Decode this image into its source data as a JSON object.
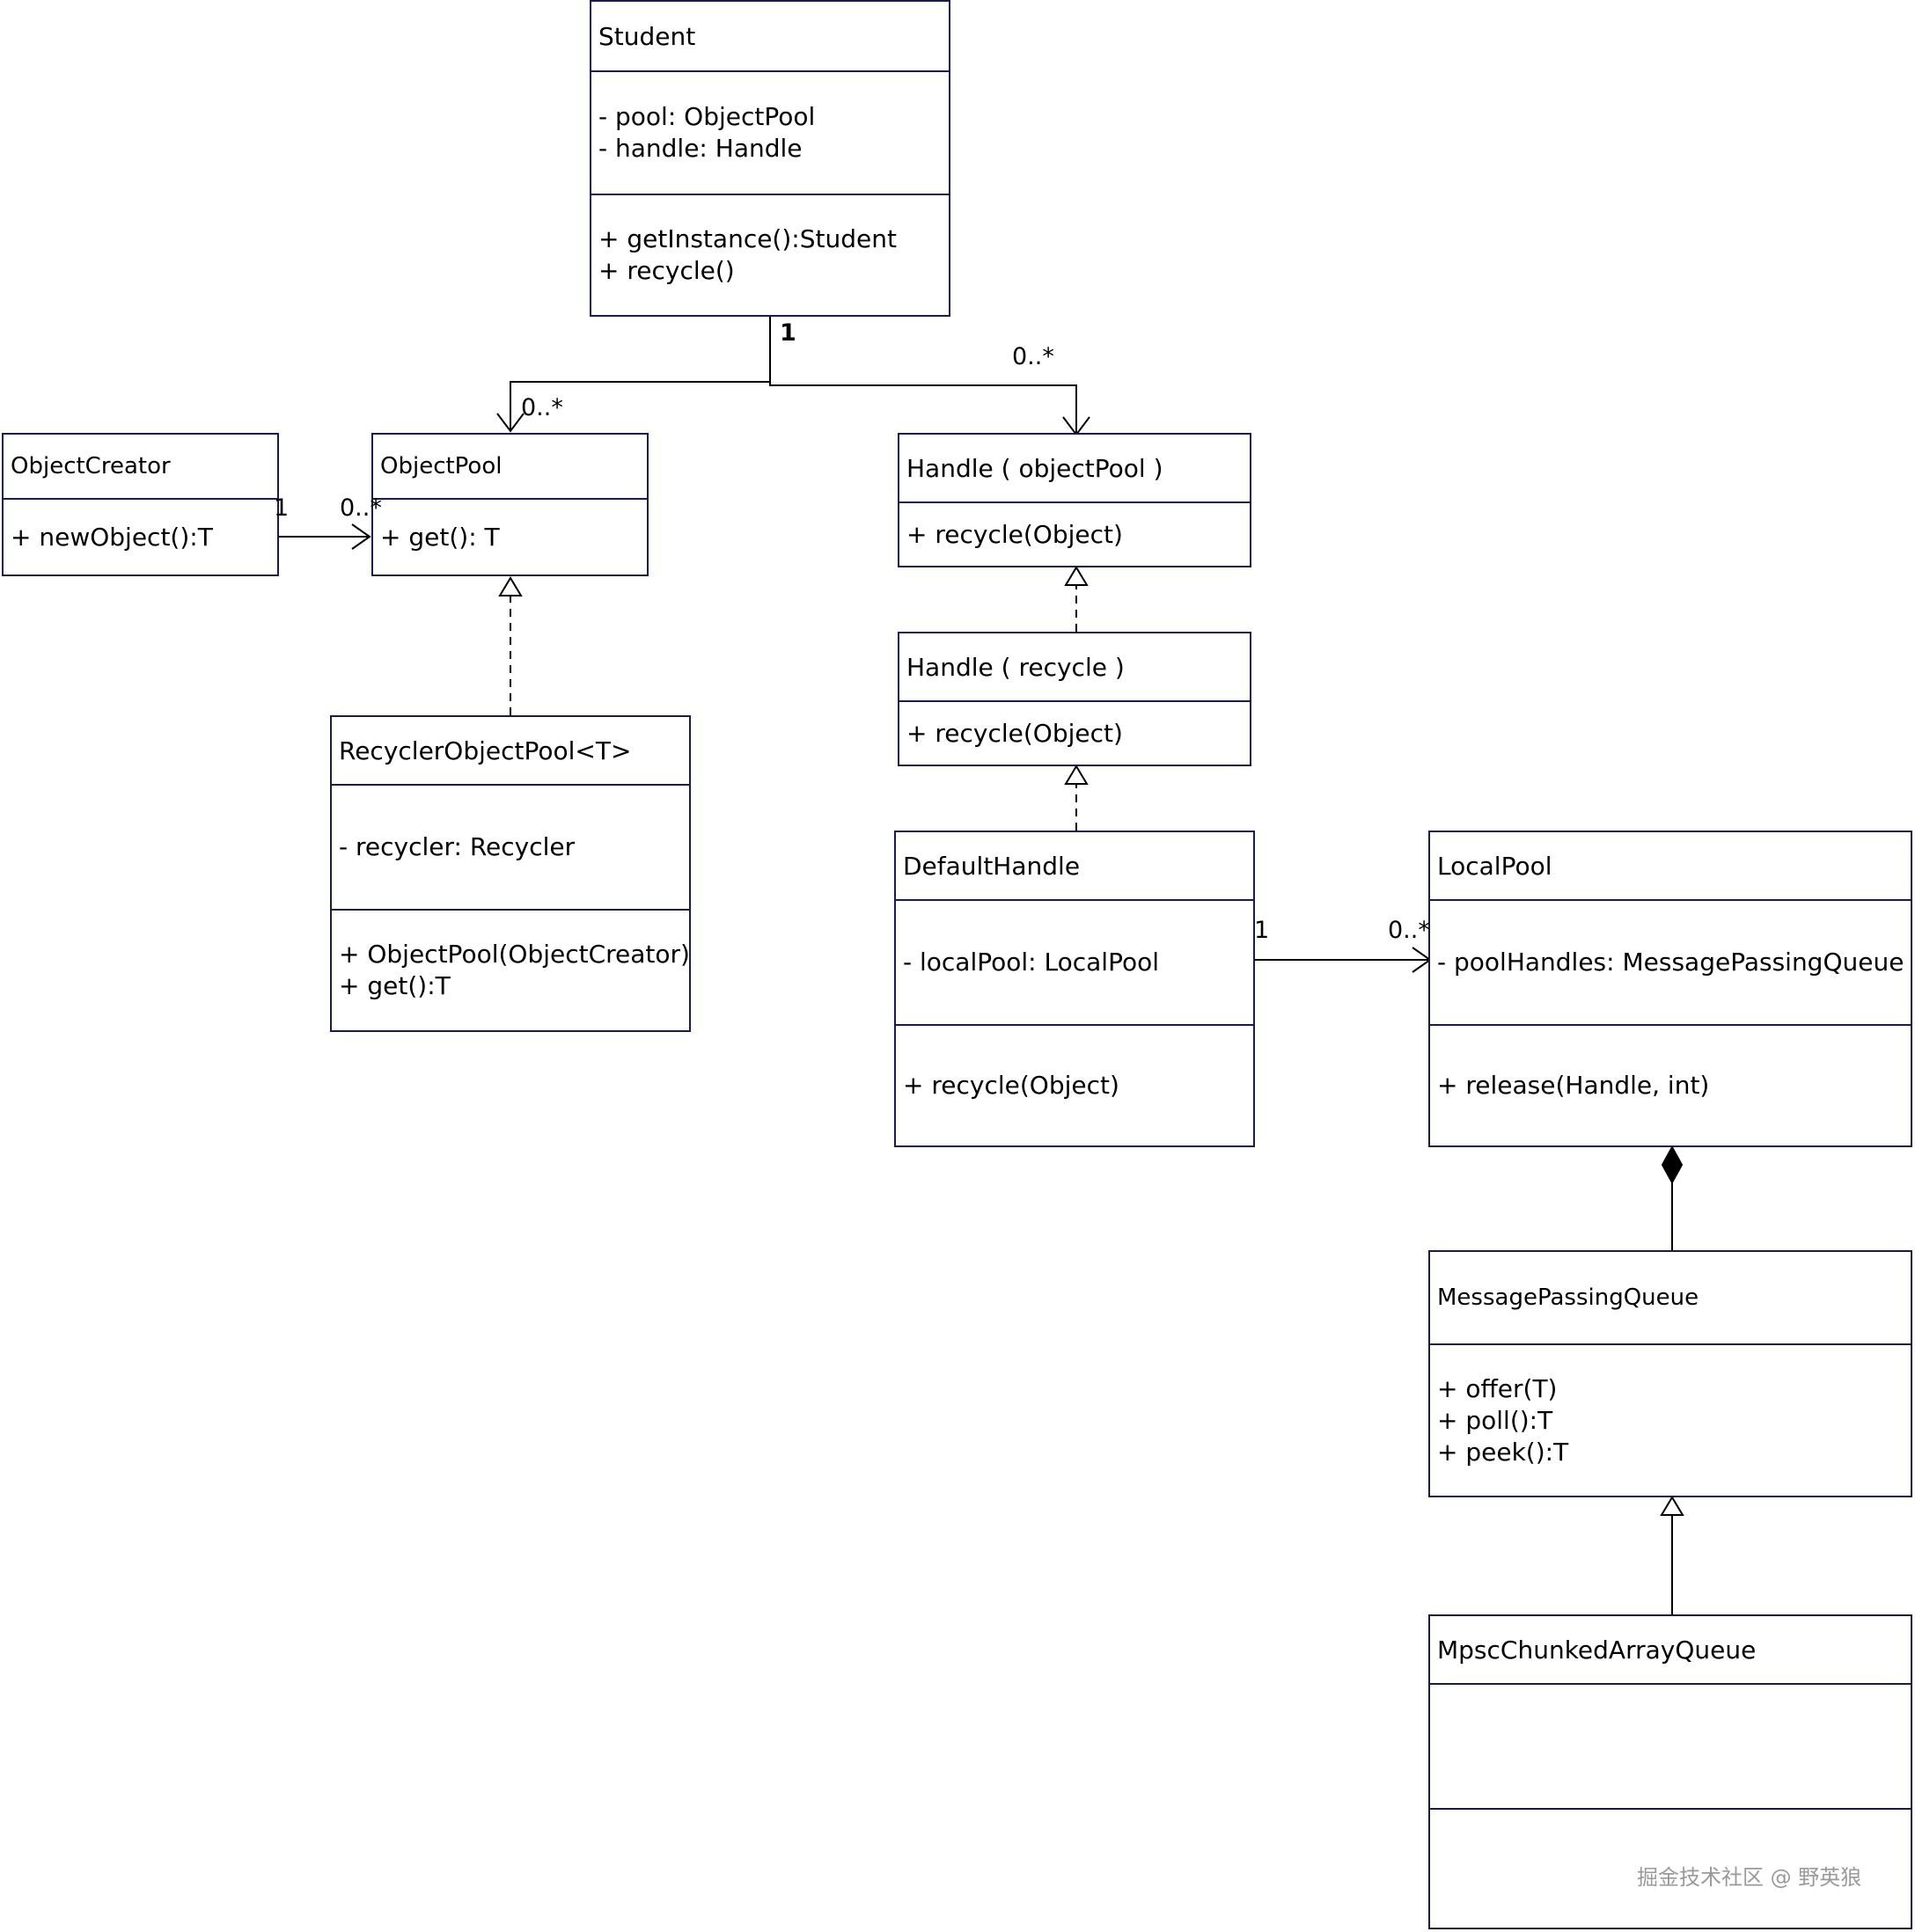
{
  "classes": {
    "student": {
      "name": "Student",
      "attributes": [
        "- pool: ObjectPool",
        "- handle: Handle"
      ],
      "methods": [
        "+ getInstance():Student",
        "+ recycle()"
      ]
    },
    "object_creator": {
      "name": "ObjectCreator",
      "methods": [
        "+ newObject():T"
      ]
    },
    "object_pool": {
      "name": "ObjectPool",
      "methods": [
        "+ get(): T"
      ]
    },
    "recycler_object_pool": {
      "name": "RecyclerObjectPool<T>",
      "attributes": [
        "- recycler: Recycler"
      ],
      "methods": [
        "+ ObjectPool(ObjectCreator)",
        "+ get():T"
      ]
    },
    "handle_object_pool": {
      "name": "Handle ( objectPool )",
      "methods": [
        "+ recycle(Object)"
      ]
    },
    "handle_recycle": {
      "name": "Handle ( recycle )",
      "methods": [
        "+ recycle(Object)"
      ]
    },
    "default_handle": {
      "name": "DefaultHandle",
      "attributes": [
        "- localPool: LocalPool"
      ],
      "methods": [
        "+ recycle(Object)"
      ]
    },
    "local_pool": {
      "name": "LocalPool",
      "attributes": [
        "- poolHandles: MessagePassingQueue"
      ],
      "methods": [
        "+ release(Handle, int)"
      ]
    },
    "message_passing_queue": {
      "name": "MessagePassingQueue",
      "methods": [
        "+ offer(T)",
        "+ poll():T",
        "+ peek():T"
      ]
    },
    "mpsc_chunked_array_queue": {
      "name": "MpscChunkedArrayQueue",
      "attributes": [],
      "methods": []
    }
  },
  "multiplicities": {
    "student_source": "1",
    "student_to_pool": "0..*",
    "student_to_handle": "0..*",
    "creator_source": "1",
    "creator_to_pool": "0..*",
    "default_handle_source": "1",
    "default_handle_to_local_pool": "0..*"
  },
  "watermark": "掘金技术社区 @ 野英狼",
  "colors": {
    "box_border": "#1b1b4a",
    "edge": "#000000",
    "watermark": "#9a9a9a"
  }
}
